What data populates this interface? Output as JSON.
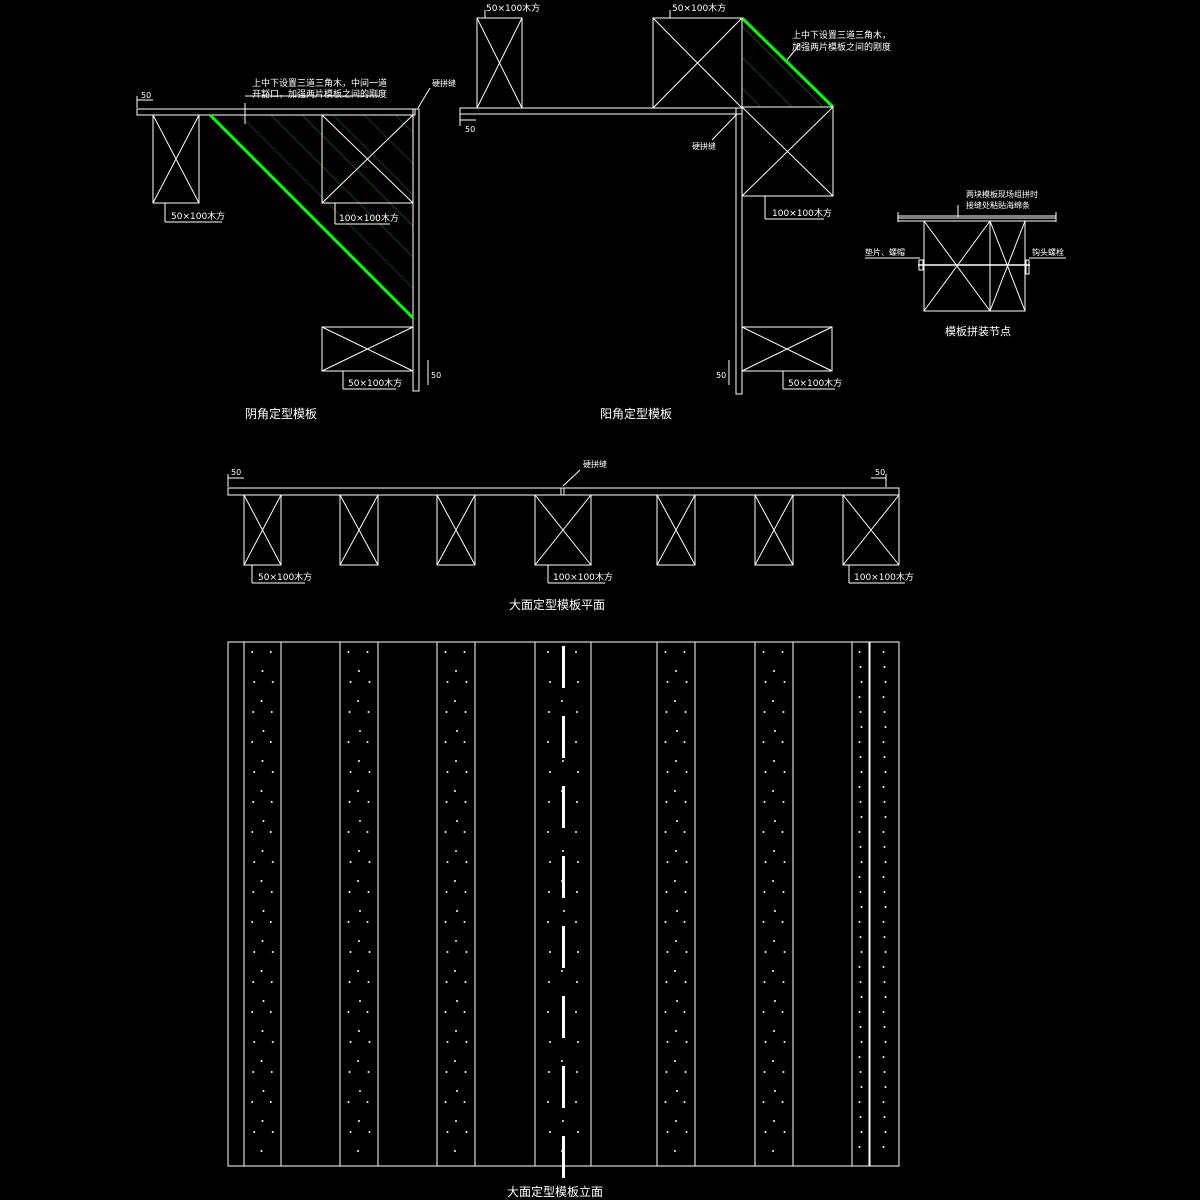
{
  "drawing": {
    "inner_corner": {
      "title": "阴角定型模板",
      "note_line1": "上中下设置三道三角木，中间一道",
      "note_line2": "开豁口，加强两片模板之间的刚度",
      "dim_top": "50",
      "dim_side": "50",
      "joint_label": "硬拼缝",
      "timber_small_label": "50×100木方",
      "timber_large_label": "100×100木方",
      "timber_bottom_label": "50×100木方"
    },
    "outer_corner": {
      "title": "阳角定型模板",
      "note_line1": "上中下设置三道三角木，",
      "note_line2": "加强两片模板之间的刚度",
      "dim_top": "50",
      "dim_side": "50",
      "joint_label": "硬拼缝",
      "timber_top_left_label": "50×100木方",
      "timber_top_right_label": "50×100木方",
      "timber_large_label": "100×100木方",
      "timber_bottom_label": "50×100木方"
    },
    "node": {
      "title": "模板拼装节点",
      "note_line1": "两块模板现场组拼时",
      "note_line2": "接缝处粘贴海绵条",
      "left_label": "垫片、螺帽",
      "right_label": "钩头螺栓"
    },
    "plan": {
      "title": "大面定型模板平面",
      "dim_left": "50",
      "dim_right": "50",
      "joint_label": "硬拼缝",
      "label_left": "50×100木方",
      "label_mid": "100×100木方",
      "label_right": "100×100木方"
    },
    "elevation": {
      "title": "大面定型模板立面"
    }
  }
}
